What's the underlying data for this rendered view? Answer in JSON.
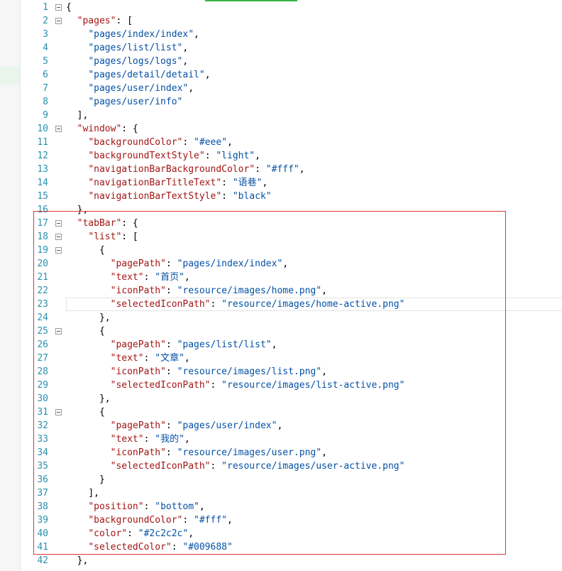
{
  "editor": {
    "lines": [
      {
        "n": "1",
        "fold": true,
        "indent": "",
        "tokens": [
          {
            "t": "p",
            "v": "{"
          }
        ]
      },
      {
        "n": "2",
        "fold": true,
        "indent": "  ",
        "tokens": [
          {
            "t": "k",
            "v": "\"pages\""
          },
          {
            "t": "p",
            "v": ": ["
          }
        ]
      },
      {
        "n": "3",
        "fold": false,
        "indent": "    ",
        "tokens": [
          {
            "t": "s",
            "v": "\"pages/index/index\""
          },
          {
            "t": "p",
            "v": ","
          }
        ]
      },
      {
        "n": "4",
        "fold": false,
        "indent": "    ",
        "tokens": [
          {
            "t": "s",
            "v": "\"pages/list/list\""
          },
          {
            "t": "p",
            "v": ","
          }
        ]
      },
      {
        "n": "5",
        "fold": false,
        "indent": "    ",
        "tokens": [
          {
            "t": "s",
            "v": "\"pages/logs/logs\""
          },
          {
            "t": "p",
            "v": ","
          }
        ]
      },
      {
        "n": "6",
        "fold": false,
        "indent": "    ",
        "tokens": [
          {
            "t": "s",
            "v": "\"pages/detail/detail\""
          },
          {
            "t": "p",
            "v": ","
          }
        ]
      },
      {
        "n": "7",
        "fold": false,
        "indent": "    ",
        "tokens": [
          {
            "t": "s",
            "v": "\"pages/user/index\""
          },
          {
            "t": "p",
            "v": ","
          }
        ]
      },
      {
        "n": "8",
        "fold": false,
        "indent": "    ",
        "tokens": [
          {
            "t": "s",
            "v": "\"pages/user/info\""
          }
        ]
      },
      {
        "n": "9",
        "fold": false,
        "indent": "  ",
        "tokens": [
          {
            "t": "p",
            "v": "],"
          }
        ]
      },
      {
        "n": "10",
        "fold": true,
        "indent": "  ",
        "tokens": [
          {
            "t": "k",
            "v": "\"window\""
          },
          {
            "t": "p",
            "v": ": {"
          }
        ]
      },
      {
        "n": "11",
        "fold": false,
        "indent": "    ",
        "tokens": [
          {
            "t": "k",
            "v": "\"backgroundColor\""
          },
          {
            "t": "p",
            "v": ": "
          },
          {
            "t": "s",
            "v": "\"#eee\""
          },
          {
            "t": "p",
            "v": ","
          }
        ]
      },
      {
        "n": "12",
        "fold": false,
        "indent": "    ",
        "tokens": [
          {
            "t": "k",
            "v": "\"backgroundTextStyle\""
          },
          {
            "t": "p",
            "v": ": "
          },
          {
            "t": "s",
            "v": "\"light\""
          },
          {
            "t": "p",
            "v": ","
          }
        ]
      },
      {
        "n": "13",
        "fold": false,
        "indent": "    ",
        "tokens": [
          {
            "t": "k",
            "v": "\"navigationBarBackgroundColor\""
          },
          {
            "t": "p",
            "v": ": "
          },
          {
            "t": "s",
            "v": "\"#fff\""
          },
          {
            "t": "p",
            "v": ","
          }
        ]
      },
      {
        "n": "14",
        "fold": false,
        "indent": "    ",
        "tokens": [
          {
            "t": "k",
            "v": "\"navigationBarTitleText\""
          },
          {
            "t": "p",
            "v": ": "
          },
          {
            "t": "s",
            "v": "\"语巷\""
          },
          {
            "t": "p",
            "v": ","
          }
        ]
      },
      {
        "n": "15",
        "fold": false,
        "indent": "    ",
        "tokens": [
          {
            "t": "k",
            "v": "\"navigationBarTextStyle\""
          },
          {
            "t": "p",
            "v": ": "
          },
          {
            "t": "s",
            "v": "\"black\""
          }
        ]
      },
      {
        "n": "16",
        "fold": false,
        "indent": "  ",
        "tokens": [
          {
            "t": "p",
            "v": "},"
          }
        ]
      },
      {
        "n": "17",
        "fold": true,
        "indent": "  ",
        "tokens": [
          {
            "t": "k",
            "v": "\"tabBar\""
          },
          {
            "t": "p",
            "v": ": {"
          }
        ]
      },
      {
        "n": "18",
        "fold": true,
        "indent": "    ",
        "tokens": [
          {
            "t": "k",
            "v": "\"list\""
          },
          {
            "t": "p",
            "v": ": ["
          }
        ]
      },
      {
        "n": "19",
        "fold": true,
        "indent": "      ",
        "tokens": [
          {
            "t": "p",
            "v": "{"
          }
        ]
      },
      {
        "n": "20",
        "fold": false,
        "indent": "        ",
        "tokens": [
          {
            "t": "k",
            "v": "\"pagePath\""
          },
          {
            "t": "p",
            "v": ": "
          },
          {
            "t": "s",
            "v": "\"pages/index/index\""
          },
          {
            "t": "p",
            "v": ","
          }
        ]
      },
      {
        "n": "21",
        "fold": false,
        "indent": "        ",
        "tokens": [
          {
            "t": "k",
            "v": "\"text\""
          },
          {
            "t": "p",
            "v": ": "
          },
          {
            "t": "s",
            "v": "\"首页\""
          },
          {
            "t": "p",
            "v": ","
          }
        ]
      },
      {
        "n": "22",
        "fold": false,
        "indent": "        ",
        "tokens": [
          {
            "t": "k",
            "v": "\"iconPath\""
          },
          {
            "t": "p",
            "v": ": "
          },
          {
            "t": "s",
            "v": "\"resource/images/home.png\""
          },
          {
            "t": "p",
            "v": ","
          }
        ]
      },
      {
        "n": "23",
        "fold": false,
        "indent": "        ",
        "current": true,
        "tokens": [
          {
            "t": "k",
            "v": "\"selectedIconPath\""
          },
          {
            "t": "p",
            "v": ": "
          },
          {
            "t": "s",
            "v": "\"resource/images/home-active.png\""
          }
        ]
      },
      {
        "n": "24",
        "fold": false,
        "indent": "      ",
        "tokens": [
          {
            "t": "p",
            "v": "},"
          }
        ]
      },
      {
        "n": "25",
        "fold": true,
        "indent": "      ",
        "tokens": [
          {
            "t": "p",
            "v": "{"
          }
        ]
      },
      {
        "n": "26",
        "fold": false,
        "indent": "        ",
        "tokens": [
          {
            "t": "k",
            "v": "\"pagePath\""
          },
          {
            "t": "p",
            "v": ": "
          },
          {
            "t": "s",
            "v": "\"pages/list/list\""
          },
          {
            "t": "p",
            "v": ","
          }
        ]
      },
      {
        "n": "27",
        "fold": false,
        "indent": "        ",
        "tokens": [
          {
            "t": "k",
            "v": "\"text\""
          },
          {
            "t": "p",
            "v": ": "
          },
          {
            "t": "s",
            "v": "\"文章\""
          },
          {
            "t": "p",
            "v": ","
          }
        ]
      },
      {
        "n": "28",
        "fold": false,
        "indent": "        ",
        "tokens": [
          {
            "t": "k",
            "v": "\"iconPath\""
          },
          {
            "t": "p",
            "v": ": "
          },
          {
            "t": "s",
            "v": "\"resource/images/list.png\""
          },
          {
            "t": "p",
            "v": ","
          }
        ]
      },
      {
        "n": "29",
        "fold": false,
        "indent": "        ",
        "tokens": [
          {
            "t": "k",
            "v": "\"selectedIconPath\""
          },
          {
            "t": "p",
            "v": ": "
          },
          {
            "t": "s",
            "v": "\"resource/images/list-active.png\""
          }
        ]
      },
      {
        "n": "30",
        "fold": false,
        "indent": "      ",
        "tokens": [
          {
            "t": "p",
            "v": "},"
          }
        ]
      },
      {
        "n": "31",
        "fold": true,
        "indent": "      ",
        "tokens": [
          {
            "t": "p",
            "v": "{"
          }
        ]
      },
      {
        "n": "32",
        "fold": false,
        "indent": "        ",
        "tokens": [
          {
            "t": "k",
            "v": "\"pagePath\""
          },
          {
            "t": "p",
            "v": ": "
          },
          {
            "t": "s",
            "v": "\"pages/user/index\""
          },
          {
            "t": "p",
            "v": ","
          }
        ]
      },
      {
        "n": "33",
        "fold": false,
        "indent": "        ",
        "tokens": [
          {
            "t": "k",
            "v": "\"text\""
          },
          {
            "t": "p",
            "v": ": "
          },
          {
            "t": "s",
            "v": "\"我的\""
          },
          {
            "t": "p",
            "v": ","
          }
        ]
      },
      {
        "n": "34",
        "fold": false,
        "indent": "        ",
        "tokens": [
          {
            "t": "k",
            "v": "\"iconPath\""
          },
          {
            "t": "p",
            "v": ": "
          },
          {
            "t": "s",
            "v": "\"resource/images/user.png\""
          },
          {
            "t": "p",
            "v": ","
          }
        ]
      },
      {
        "n": "35",
        "fold": false,
        "indent": "        ",
        "tokens": [
          {
            "t": "k",
            "v": "\"selectedIconPath\""
          },
          {
            "t": "p",
            "v": ": "
          },
          {
            "t": "s",
            "v": "\"resource/images/user-active.png\""
          }
        ]
      },
      {
        "n": "36",
        "fold": false,
        "indent": "      ",
        "tokens": [
          {
            "t": "p",
            "v": "}"
          }
        ]
      },
      {
        "n": "37",
        "fold": false,
        "indent": "    ",
        "tokens": [
          {
            "t": "p",
            "v": "],"
          }
        ]
      },
      {
        "n": "38",
        "fold": false,
        "indent": "    ",
        "tokens": [
          {
            "t": "k",
            "v": "\"position\""
          },
          {
            "t": "p",
            "v": ": "
          },
          {
            "t": "s",
            "v": "\"bottom\""
          },
          {
            "t": "p",
            "v": ","
          }
        ]
      },
      {
        "n": "39",
        "fold": false,
        "indent": "    ",
        "tokens": [
          {
            "t": "k",
            "v": "\"backgroundColor\""
          },
          {
            "t": "p",
            "v": ": "
          },
          {
            "t": "s",
            "v": "\"#fff\""
          },
          {
            "t": "p",
            "v": ","
          }
        ]
      },
      {
        "n": "40",
        "fold": false,
        "indent": "    ",
        "tokens": [
          {
            "t": "k",
            "v": "\"color\""
          },
          {
            "t": "p",
            "v": ": "
          },
          {
            "t": "s",
            "v": "\"#2c2c2c\""
          },
          {
            "t": "p",
            "v": ","
          }
        ]
      },
      {
        "n": "41",
        "fold": false,
        "indent": "    ",
        "tokens": [
          {
            "t": "k",
            "v": "\"selectedColor\""
          },
          {
            "t": "p",
            "v": ": "
          },
          {
            "t": "s",
            "v": "\"#009688\""
          }
        ]
      },
      {
        "n": "42",
        "fold": false,
        "indent": "  ",
        "tokens": [
          {
            "t": "p",
            "v": "},"
          }
        ]
      }
    ]
  },
  "colors": {
    "line_number": "#2b91af",
    "key": "#a31515",
    "string": "#0451a5",
    "punctuation": "#000000",
    "annotation_box": "#d9383a",
    "tab_indicator": "#39b54a"
  }
}
